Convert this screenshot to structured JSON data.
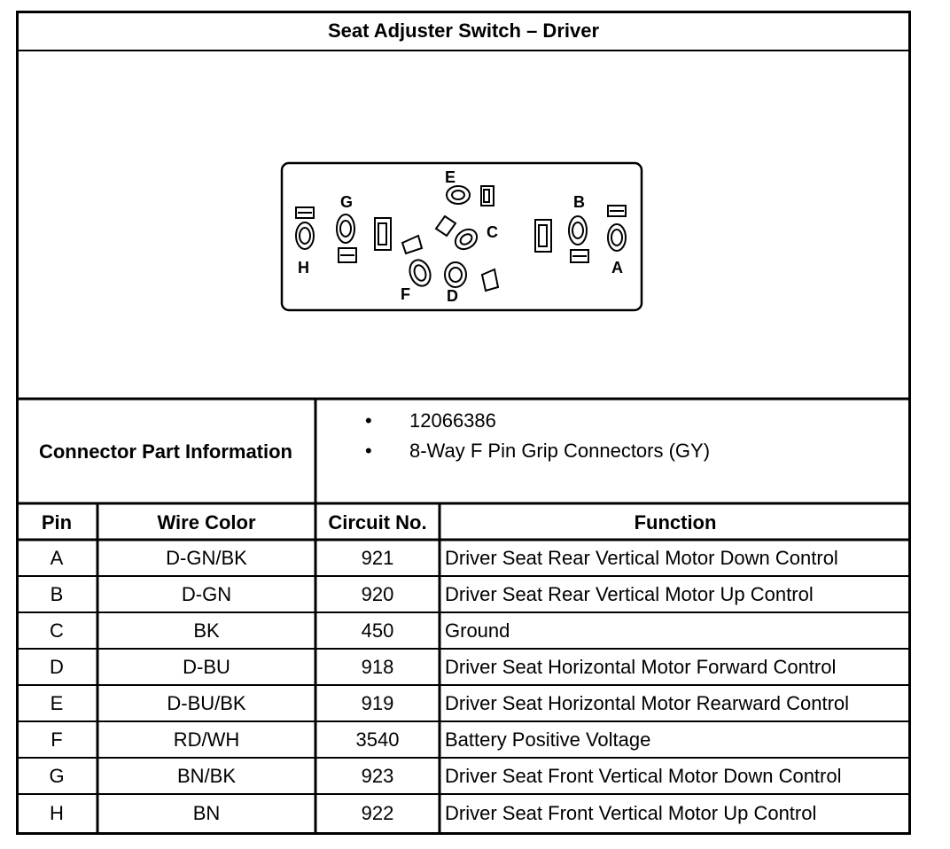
{
  "title": "Seat Adjuster Switch – Driver",
  "connector_diagram": {
    "pin_labels": [
      "A",
      "B",
      "C",
      "D",
      "E",
      "F",
      "G",
      "H"
    ]
  },
  "connector_info": {
    "label": "Connector Part Information",
    "items": [
      "12066386",
      "8-Way F Pin Grip Connectors (GY)"
    ]
  },
  "table": {
    "headers": [
      "Pin",
      "Wire Color",
      "Circuit No.",
      "Function"
    ],
    "rows": [
      [
        "A",
        "D-GN/BK",
        "921",
        "Driver Seat Rear Vertical Motor Down Control"
      ],
      [
        "B",
        "D-GN",
        "920",
        "Driver Seat Rear Vertical Motor Up Control"
      ],
      [
        "C",
        "BK",
        "450",
        "Ground"
      ],
      [
        "D",
        "D-BU",
        "918",
        "Driver Seat Horizontal Motor Forward Control"
      ],
      [
        "E",
        "D-BU/BK",
        "919",
        "Driver Seat Horizontal Motor Rearward Control"
      ],
      [
        "F",
        "RD/WH",
        "3540",
        "Battery Positive Voltage"
      ],
      [
        "G",
        "BN/BK",
        "923",
        "Driver Seat Front Vertical Motor Down Control"
      ],
      [
        "H",
        "BN",
        "922",
        "Driver Seat Front Vertical Motor Up Control"
      ]
    ]
  }
}
